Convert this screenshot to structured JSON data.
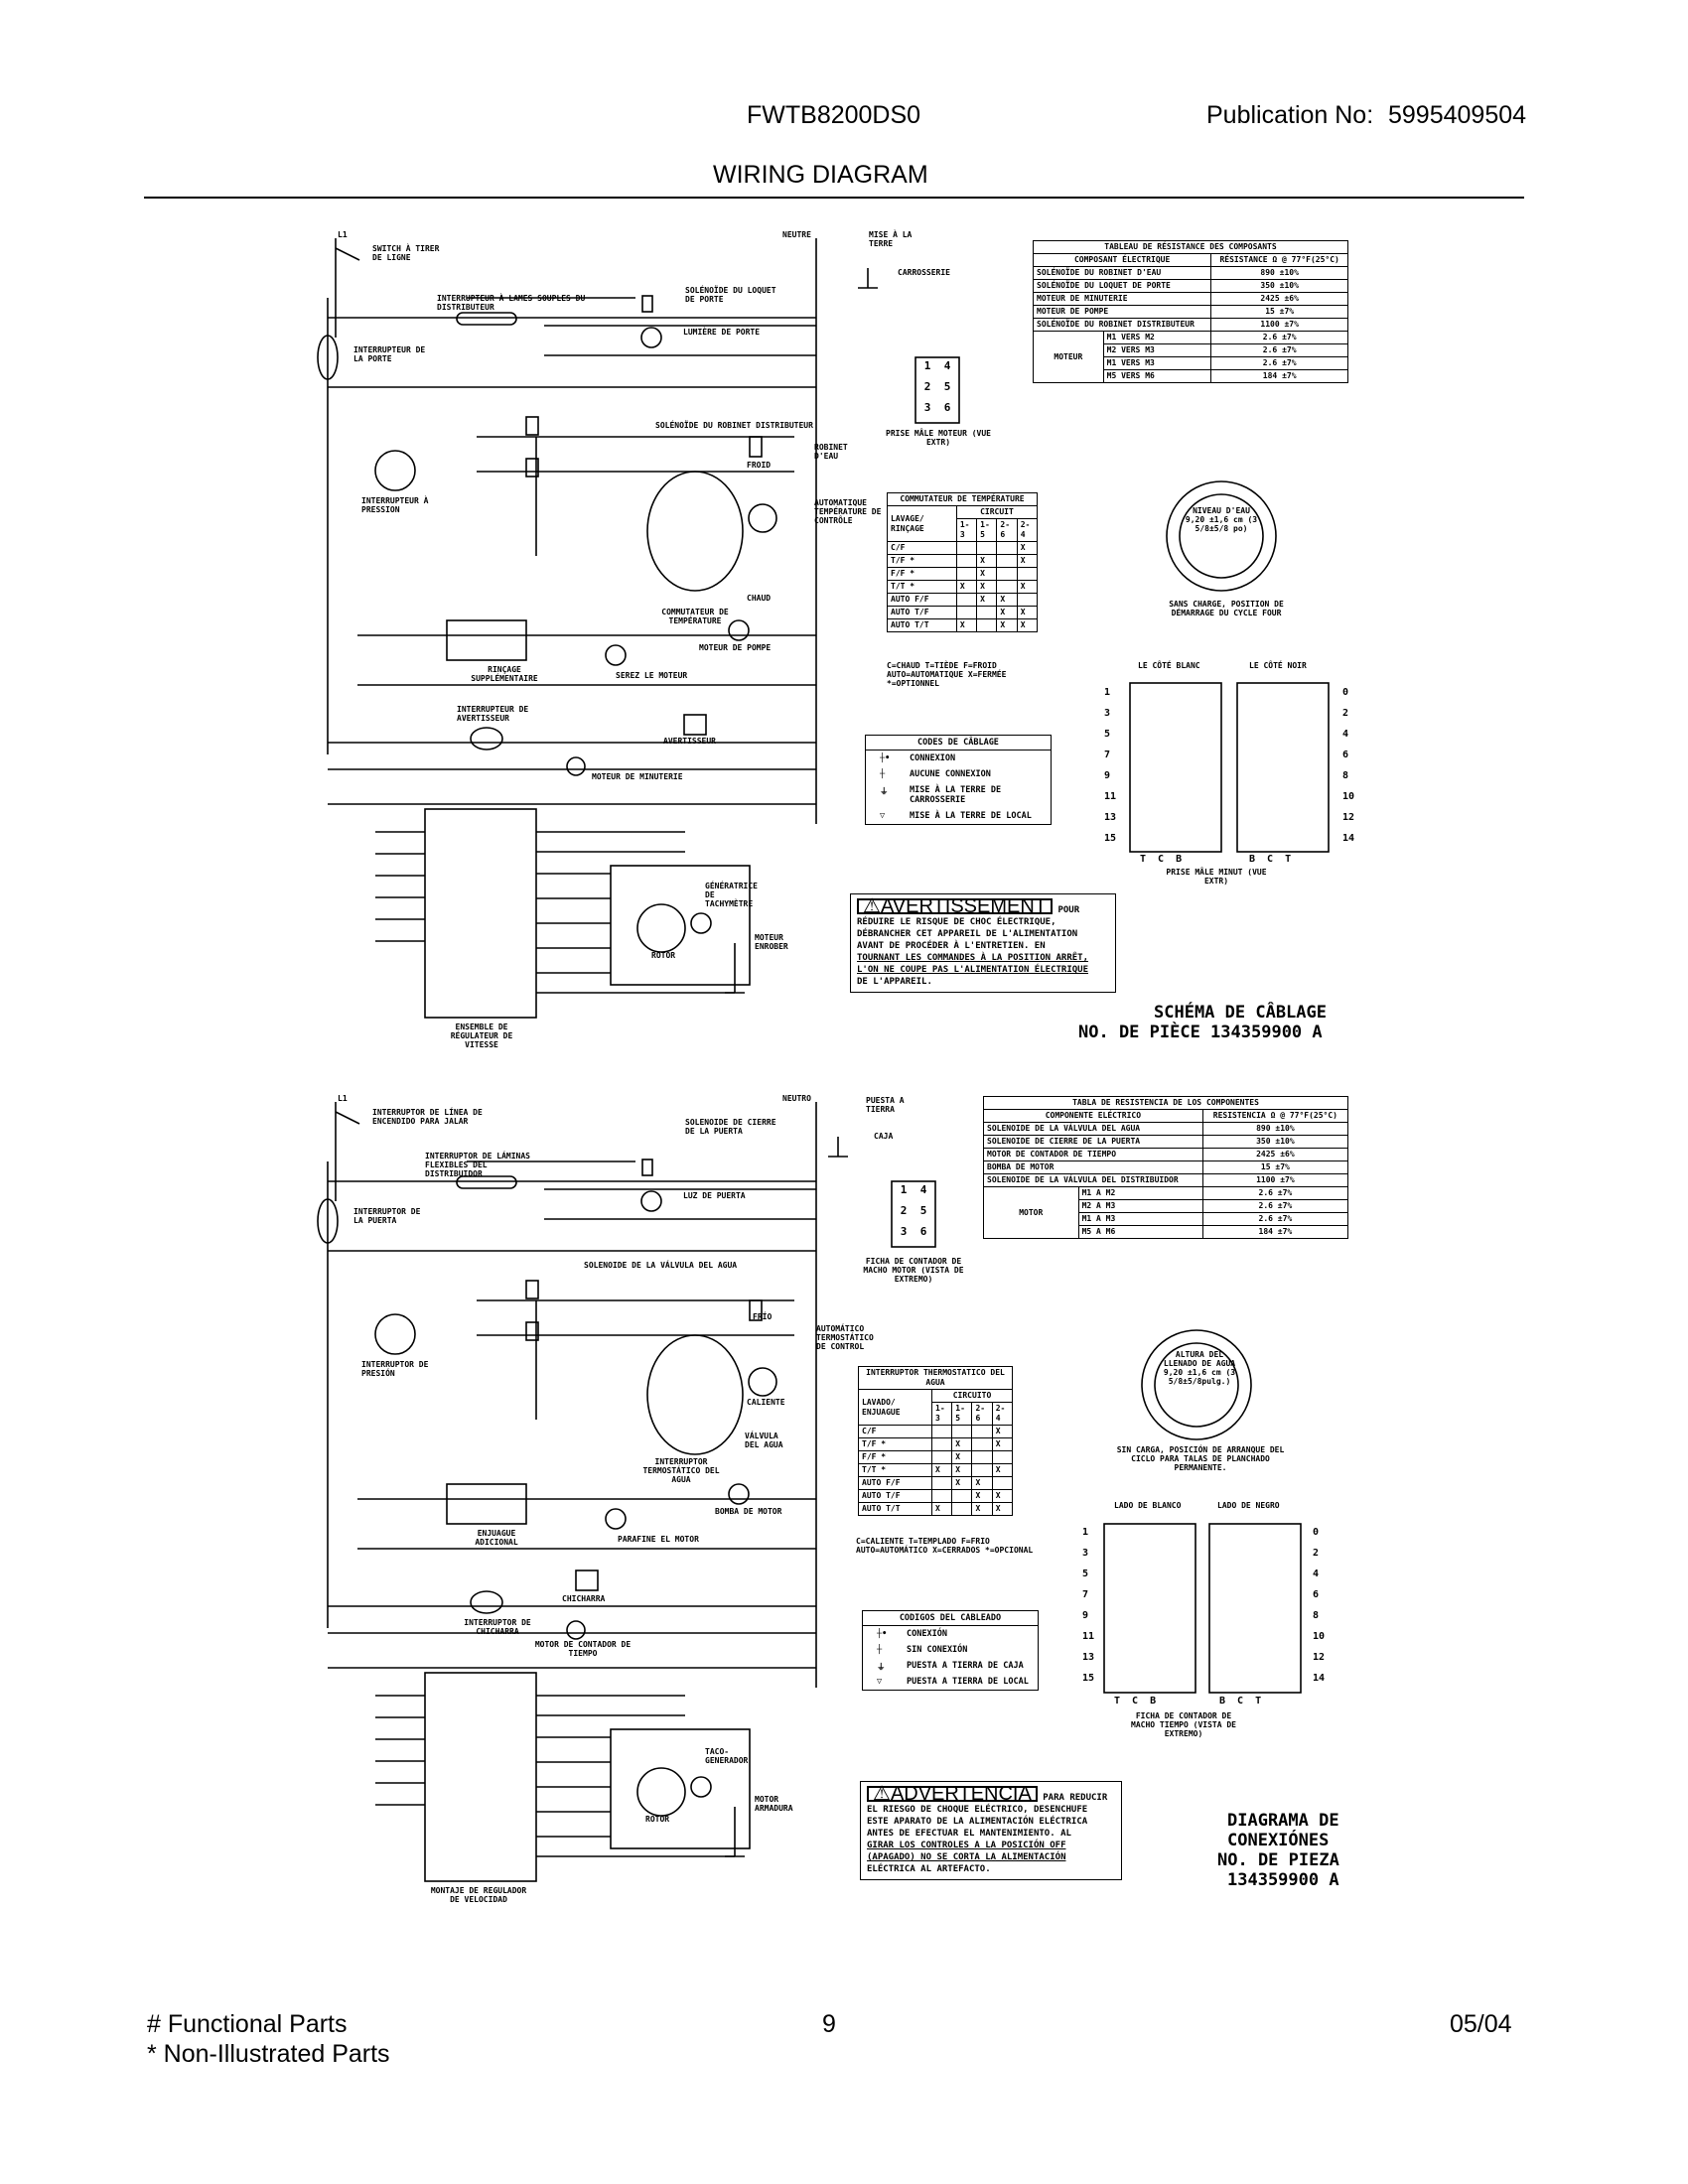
{
  "header": {
    "model": "FWTB8200DS0",
    "publication_label": "Publication No:",
    "publication_number": "5995409504",
    "title": "WIRING DIAGRAM"
  },
  "footer": {
    "functional_parts": "# Functional Parts",
    "non_illustrated": "* Non-Illustrated Parts",
    "page_number": "9",
    "date": "05/04"
  },
  "fr": {
    "labels": {
      "l1": "L1",
      "neutre": "NEUTRE",
      "mise_terre": "MISE À LA TERRE",
      "carrosserie": "CARROSSERIE",
      "switch_timer": "SWITCH À TIRER DE LIGNE",
      "lid_switch": "INTERRUPTEUR À LAMES SOUPLES DU DISTRIBUTEUR",
      "door_lock": "SOLÉNOÏDE DU LOQUET DE PORTE",
      "door_light": "LUMIÈRE DE PORTE",
      "door_switch": "INTERRUPTEUR DE LA PORTE",
      "dispenser_valve": "SOLÉNOÏDE DU ROBINET DISTRIBUTEUR",
      "water_valve": "ROBINET D'EAU",
      "froid": "FROID",
      "chaud": "CHAUD",
      "thermostat": "AUTOMATIQUE TEMPÉRATURE DE CONTRÔLE",
      "pressure_switch": "INTERRUPTEUR À PRESSION",
      "temp_switch": "COMMUTATEUR DE TEMPÉRATURE",
      "rinse": "RINÇAGE SUPPLÉMENTAIRE",
      "pump_motor": "MOTEUR DE POMPE",
      "push_motor": "SEREZ LE MOTEUR",
      "buzzer_switch": "INTERRUPTEUR DE AVERTISSEUR",
      "buzzer": "AVERTISSEUR",
      "timer_motor": "MOTEUR DE MINUTERIE",
      "speed_control": "ENSEMBLE DE RÉGULATEUR DE VITESSE",
      "tach": "GÉNÉRATRICE DE TACHYMÈTRE",
      "rotor": "ROTOR",
      "motor_stator": "MOTEUR ENROBER",
      "motor_plug": "PRISE MÂLE MOTEUR (VUE EXTR)",
      "water_level": "NIVEAU D'EAU 9,20 ±1,6 cm (3 5/8±5/8 po)",
      "no_load": "SANS CHARGE, POSITION DE DÉMARRAGE DU CYCLE FOUR",
      "white_side": "LE CÔTÉ BLANC",
      "black_side": "LE CÔTÉ NOIR",
      "timer_plug": "PRISE MÂLE MINUT (VUE EXTR)"
    },
    "resistance_table": {
      "title": "TABLEAU DE RÉSISTANCE DES COMPOSANTS",
      "col1": "COMPOSANT ÉLECTRIQUE",
      "col2": "RÉSISTANCE Ω @ 77°F(25°C)",
      "rows": [
        [
          "SOLÉNOÏDE DU ROBINET D'EAU",
          "",
          "890 ±10%"
        ],
        [
          "SOLÉNOÏDE DU LOQUET DE PORTE",
          "",
          "350 ±10%"
        ],
        [
          "MOTEUR DE MINUTERIE",
          "",
          "2425 ±6%"
        ],
        [
          "MOTEUR DE POMPE",
          "",
          "15 ±7%"
        ],
        [
          "SOLÉNOÏDE DU ROBINET DISTRIBUTEUR",
          "",
          "1100 ±7%"
        ],
        [
          "MOTEUR",
          "M1 VERS M2",
          "2.6 ±7%"
        ],
        [
          "",
          "M2 VERS M3",
          "2.6 ±7%"
        ],
        [
          "",
          "M1 VERS M3",
          "2.6 ±7%"
        ],
        [
          "",
          "M5 VERS M6",
          "184 ±7%"
        ]
      ]
    },
    "temp_table": {
      "title": "COMMUTATEUR DE TEMPÉRATURE",
      "sub": "CIRCUIT",
      "col0": "LAVAGE/ RINÇAGE",
      "cols": [
        "1-3",
        "1-5",
        "2-6",
        "2-4"
      ],
      "rows": [
        [
          "C/F",
          "",
          "",
          "",
          "X"
        ],
        [
          "T/F *",
          "",
          "X",
          "",
          "X"
        ],
        [
          "F/F *",
          "",
          "X",
          "",
          ""
        ],
        [
          "T/T *",
          "X",
          "X",
          "",
          "X"
        ],
        [
          "AUTO F/F",
          "",
          "X",
          "X",
          ""
        ],
        [
          "AUTO T/F",
          "",
          "",
          "X",
          "X"
        ],
        [
          "AUTO T/T",
          "X",
          "",
          "X",
          "X"
        ]
      ],
      "legend": "C=CHAUD  T=TIÈDE  F=FROID AUTO=AUTOMATIQUE  X=FERMÉE *=OPTIONNEL"
    },
    "codes": {
      "title": "CODES DE CÂBLAGE",
      "items": [
        "CONNEXION",
        "AUCUNE CONNEXION",
        "MISE À LA TERRE DE CARROSSERIE",
        "MISE À LA TERRE DE LOCAL"
      ]
    },
    "warning": {
      "title": "AVERTISSEMENT",
      "tail": "POUR",
      "lines": [
        "RÉDUIRE LE RISQUE DE CHOC ÉLECTRIQUE,",
        "DÉBRANCHER CET APPAREIL DE L'ALIMENTATION",
        "AVANT DE PROCÉDER À L'ENTRETIEN. EN",
        "TOURNANT LES COMMANDES À LA POSITION ARRÊT,",
        "L'ON NE COUPE PAS L'ALIMENTATION ÉLECTRIQUE",
        "DE L'APPAREIL."
      ]
    },
    "schema_title": "SCHÉMA DE CÂBLAGE",
    "part_no": "NO. DE PIÈCE 134359900 A"
  },
  "es": {
    "labels": {
      "l1": "L1",
      "neutro": "NEUTRO",
      "puesta_tierra": "PUESTA A TIERRA",
      "caja": "CAJA",
      "switch_timer": "INTERRUPTOR DE LÍNEA DE ENCENDIDO PARA JALAR",
      "lid_switch": "INTERRUPTOR DE LÁMINAS FLEXIBLES DEL DISTRIBUIDOR",
      "door_lock": "SOLENOIDE DE CIERRE DE LA PUERTA",
      "door_light": "LUZ DE PUERTA",
      "door_switch": "INTERRUPTOR DE LA PUERTA",
      "dispenser_valve": "SOLENOIDE DE LA VÁLVULA DEL AGUA",
      "frio": "FRÍO",
      "caliente": "CALIENTE",
      "thermostat": "AUTOMÁTICO TERMOSTÁTICO DE CONTROL",
      "valve": "VÁLVULA DEL AGUA",
      "pressure_switch": "INTERRUPTOR DE PRESIÓN",
      "temp_switch": "INTERRUPTOR TERMOSTÁTICO DEL AGUA",
      "rinse": "ENJUAGUE ADICIONAL",
      "pump_motor": "BOMBA DE MOTOR",
      "push_motor": "PARAFINE EL MOTOR",
      "buzzer_switch": "INTERRUPTOR DE CHICHARRA",
      "buzzer": "CHICHARRA",
      "timer_motor": "MOTOR DE CONTADOR DE TIEMPO",
      "speed_control": "MONTAJE DE REGULADOR DE VELOCIDAD",
      "tach": "TACO-GENERADOR",
      "rotor": "ROTOR",
      "motor_stator": "MOTOR ARMADURA",
      "motor_plug": "FICHA DE CONTADOR DE MACHO MOTOR (VISTA DE EXTREMO)",
      "water_level": "ALTURA DEL LLENADO DE AGUA 9,20 ±1,6 cm (3 5/8±5/8pulg.)",
      "no_load": "SIN CARGA, POSICIÓN DE ARRANQUE DEL CICLO PARA TALAS DE PLANCHADO PERMANENTE.",
      "white_side": "LADO DE BLANCO",
      "black_side": "LADO DE NEGRO",
      "timer_plug": "FICHA DE CONTADOR DE MACHO TIEMPO (VISTA DE EXTREMO)"
    },
    "resistance_table": {
      "title": "TABLA DE RESISTENCIA DE LOS COMPONENTES",
      "col1": "COMPONENTE ELÉCTRICO",
      "col2": "RESISTENCIA Ω @ 77°F(25°C)",
      "rows": [
        [
          "SOLENOIDE DE LA VÁLVULA DEL AGUA",
          "",
          "890 ±10%"
        ],
        [
          "SOLENOIDE DE CIERRE DE LA PUERTA",
          "",
          "350 ±10%"
        ],
        [
          "MOTOR DE CONTADOR DE TIEMPO",
          "",
          "2425 ±6%"
        ],
        [
          "BOMBA DE MOTOR",
          "",
          "15 ±7%"
        ],
        [
          "SOLENOIDE DE LA VÁLVULA DEL DISTRIBUIDOR",
          "",
          "1100 ±7%"
        ],
        [
          "MOTOR",
          "M1 A M2",
          "2.6 ±7%"
        ],
        [
          "",
          "M2 A M3",
          "2.6 ±7%"
        ],
        [
          "",
          "M1 A M3",
          "2.6 ±7%"
        ],
        [
          "",
          "M5 A M6",
          "184 ±7%"
        ]
      ]
    },
    "temp_table": {
      "title": "INTERRUPTOR THERMOSTATICO DEL AGUA",
      "sub": "CIRCUITO",
      "col0": "LAVADO/ ENJUAGUE",
      "cols": [
        "1-3",
        "1-5",
        "2-6",
        "2-4"
      ],
      "rows": [
        [
          "C/F",
          "",
          "",
          "",
          "X"
        ],
        [
          "T/F *",
          "",
          "X",
          "",
          "X"
        ],
        [
          "F/F *",
          "",
          "X",
          "",
          ""
        ],
        [
          "T/T *",
          "X",
          "X",
          "",
          "X"
        ],
        [
          "AUTO F/F",
          "",
          "X",
          "X",
          ""
        ],
        [
          "AUTO T/F",
          "",
          "",
          "X",
          "X"
        ],
        [
          "AUTO T/T",
          "X",
          "",
          "X",
          "X"
        ]
      ],
      "legend": "C=CALIENTE  T=TEMPLADO  F=FRIO AUTO=AUTOMÁTICO  X=CERRADOS *=OPCIONAL"
    },
    "codes": {
      "title": "CODIGOS DEL CABLEADO",
      "items": [
        "CONEXIÓN",
        "SIN CONEXIÓN",
        "PUESTA A TIERRA DE CAJA",
        "PUESTA A TIERRA DE LOCAL"
      ]
    },
    "warning": {
      "title": "ADVERTENCIA",
      "tail": "PARA REDUCIR",
      "lines": [
        "EL RIESGO DE CHOQUE ELÉCTRICO, DESENCHUFE",
        "ESTE APARATO DE LA ALIMENTACIÓN ELÉCTRICA",
        "ANTES DE EFECTUAR EL MANTENIMIENTO. AL",
        "GIRAR LOS CONTROLES A LA POSICIÓN OFF",
        "(APAGADO) NO SE CORTA LA ALIMENTACIÓN",
        "ELÉCTRICA AL ARTEFACTO."
      ]
    },
    "schema_title_1": "DIAGRAMA DE",
    "schema_title_2": "CONEXIÓNES",
    "part_no_1": "NO. DE PIEZA",
    "part_no_2": "134359900 A"
  },
  "timer_plug": {
    "left_numbers": [
      "1",
      "3",
      "5",
      "7",
      "9",
      "11",
      "13",
      "15"
    ],
    "right_numbers": [
      "0",
      "2",
      "4",
      "6",
      "8",
      "10",
      "12",
      "14"
    ],
    "bottom_left": "T  C  B",
    "bottom_right": "B  C  T"
  },
  "motor_plug_pins": [
    "1",
    "4",
    "2",
    "5",
    "3",
    "6"
  ]
}
